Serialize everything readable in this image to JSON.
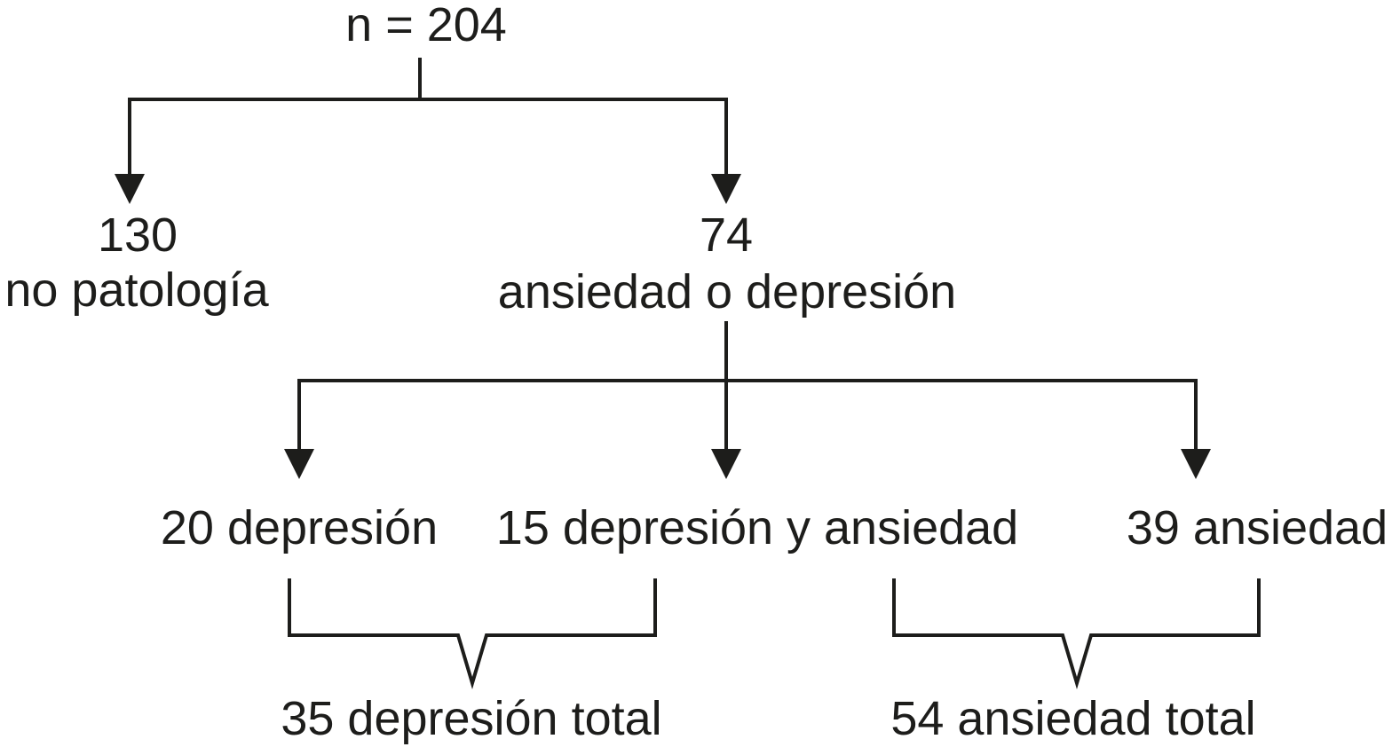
{
  "diagram": {
    "background": "#ffffff",
    "line_color": "#1d1d1b",
    "text_color": "#1d1d1b",
    "root": {
      "label": "n = 204"
    },
    "branches": [
      {
        "value": "130",
        "label": "no patología"
      },
      {
        "value": "74",
        "label": "ansiedad o depresión"
      }
    ],
    "subgroups": [
      {
        "label": "20 depresión"
      },
      {
        "label": "15 depresión y ansiedad"
      },
      {
        "label": "39 ansiedad"
      }
    ],
    "totals": [
      {
        "label": "35 depresión total"
      },
      {
        "label": "54 ansiedad total"
      }
    ]
  }
}
